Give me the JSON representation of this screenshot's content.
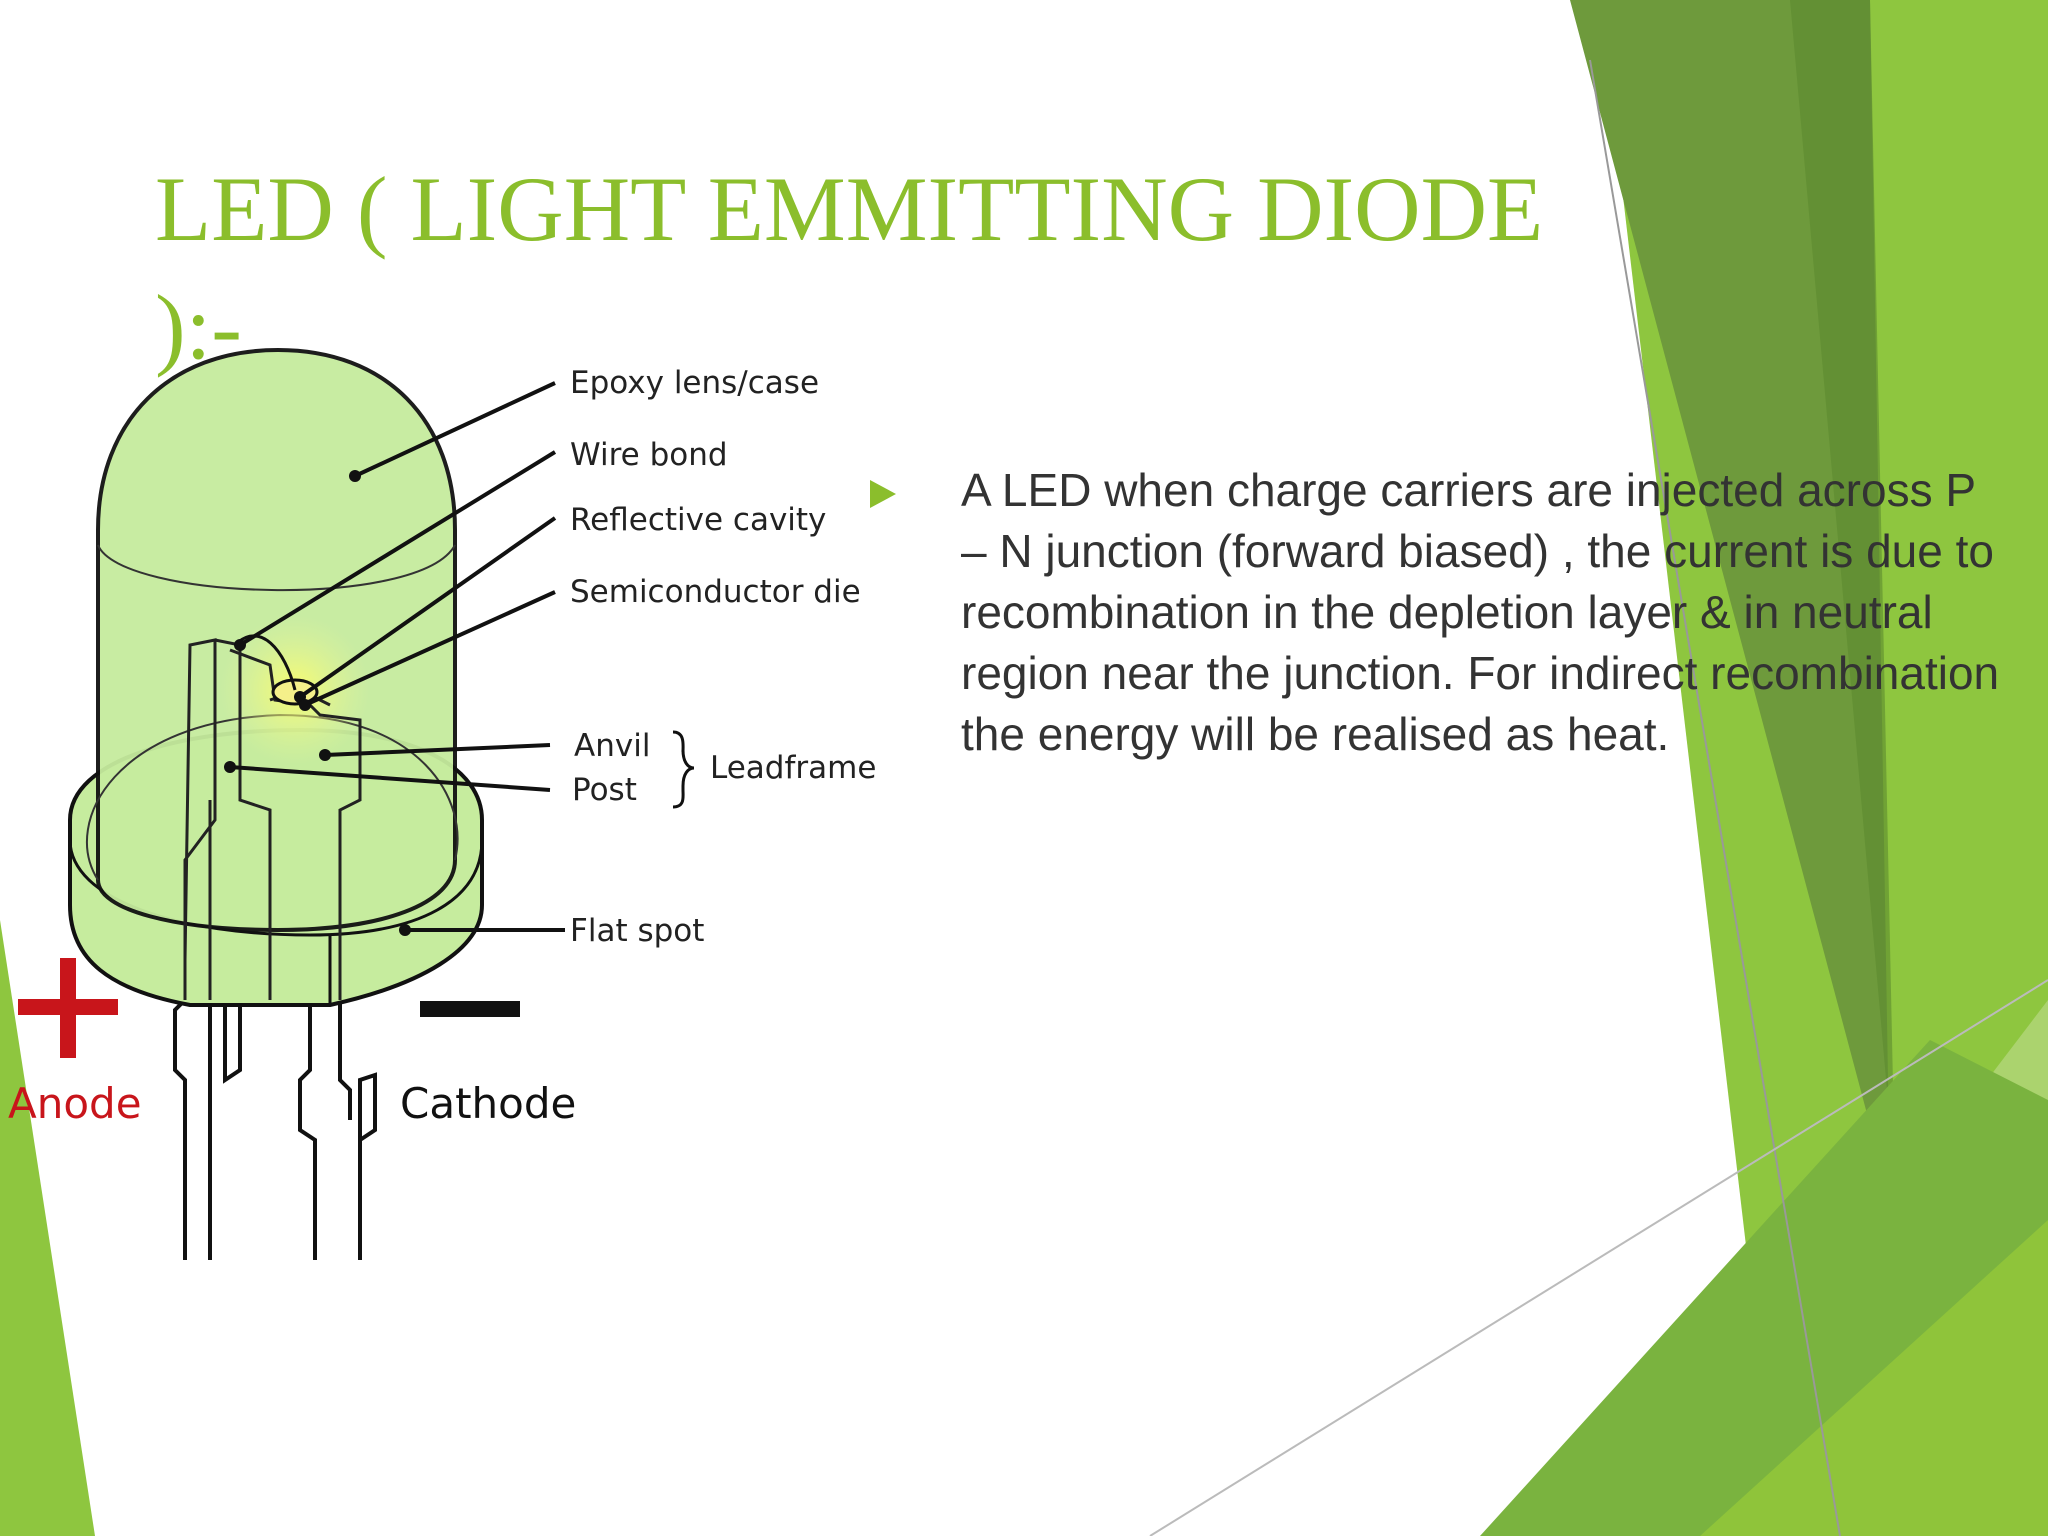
{
  "slide": {
    "title": "LED ( LIGHT EMMITTING DIODE ):-",
    "bullet": "A LED when charge carriers are injected across P – N junction (forward biased) , the current is due to recombination in the depletion layer & in neutral region near the junction. For indirect recombination the energy will be realised as heat."
  },
  "diagram": {
    "labels": {
      "epoxy": "Epoxy lens/case",
      "wire_bond": "Wire bond",
      "reflective_cavity": "Reflective cavity",
      "semiconductor_die": "Semiconductor die",
      "anvil": "Anvil",
      "post": "Post",
      "leadframe": "Leadframe",
      "flat_spot": "Flat spot",
      "anode": "Anode",
      "cathode": "Cathode"
    },
    "signs": {
      "plus": "+",
      "minus": "−"
    }
  },
  "colors": {
    "accent": "#8bbe2c",
    "dark_green": "#5f8f34",
    "light_green": "#c5e29a",
    "led_fill": "#c6ec9e",
    "anode_red": "#c8151b",
    "text": "#333333"
  }
}
